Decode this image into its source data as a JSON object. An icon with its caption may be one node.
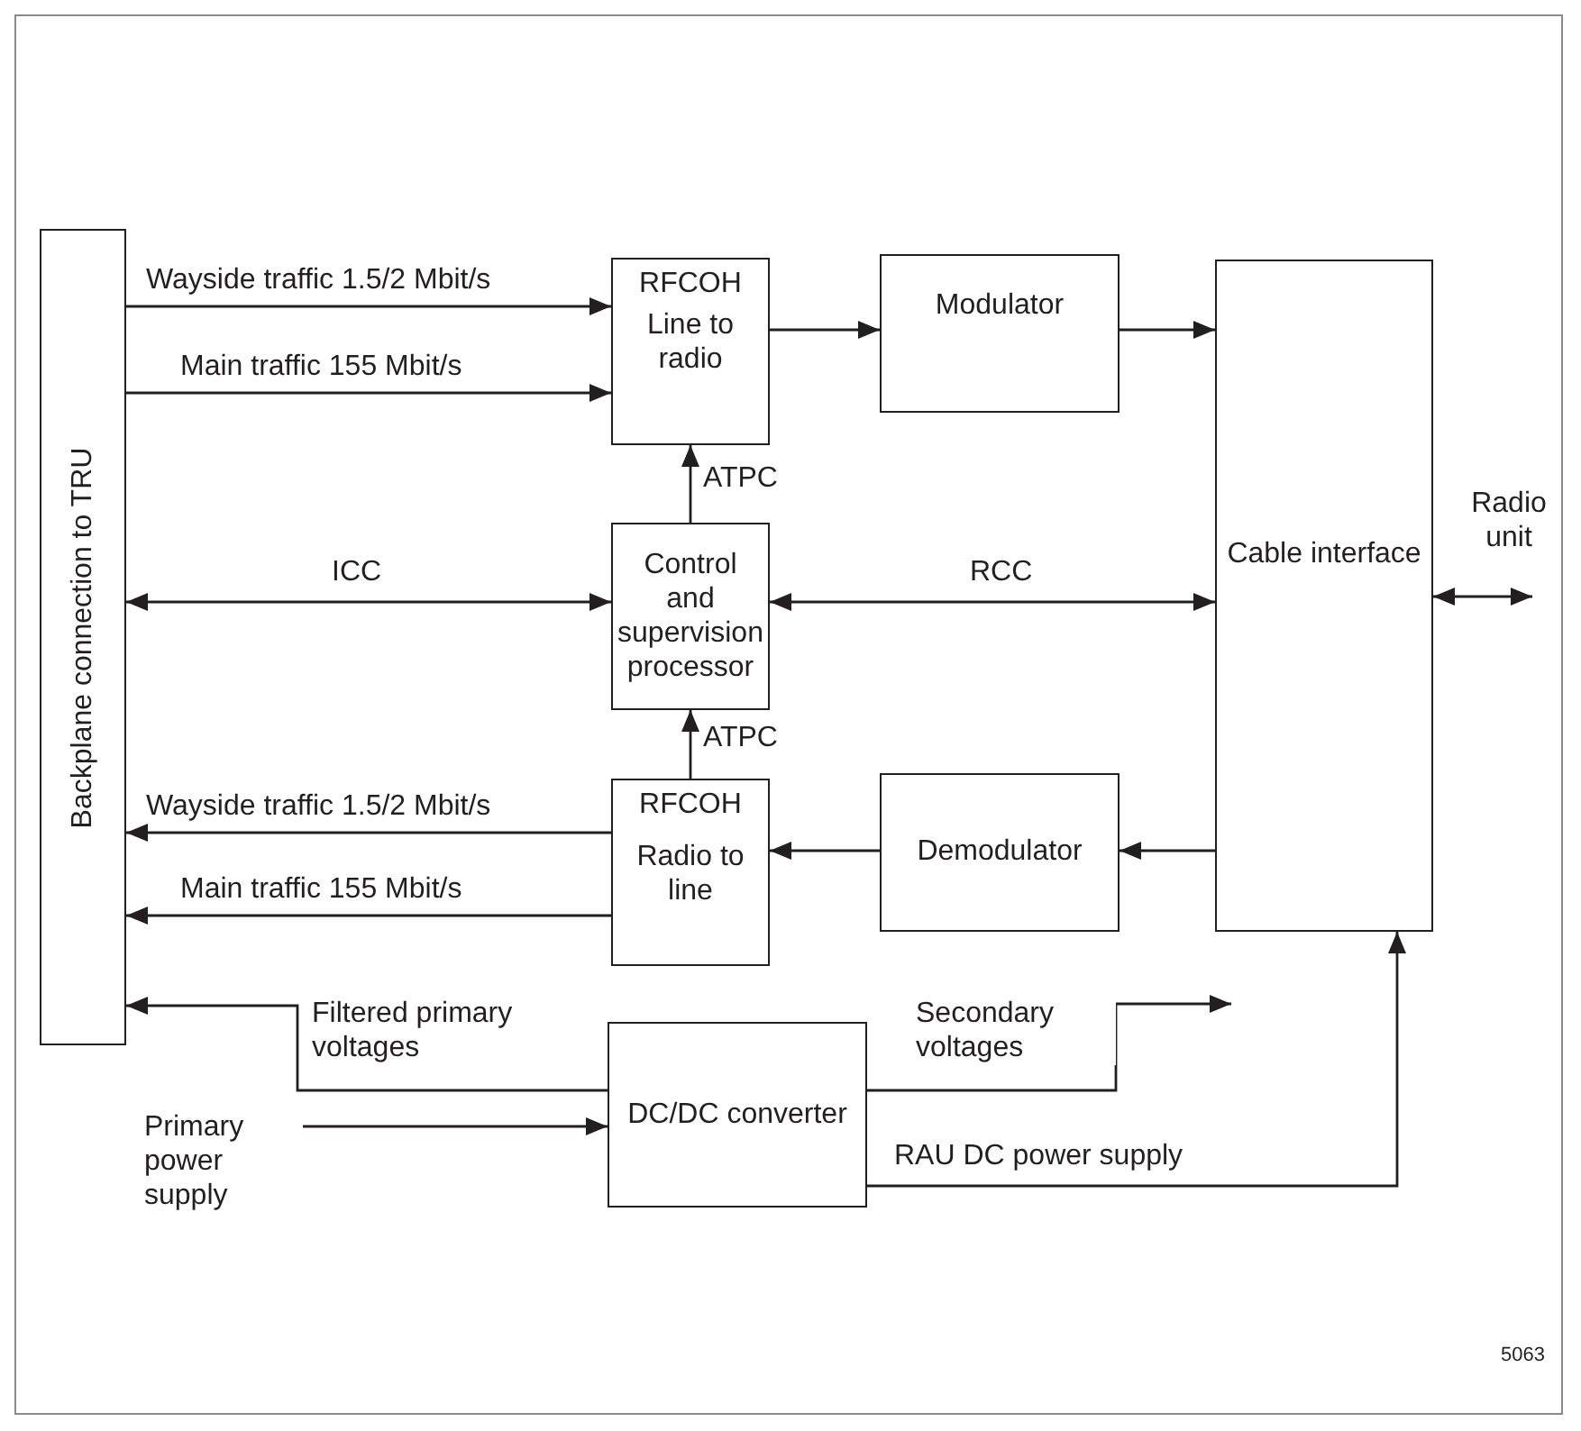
{
  "diagram": {
    "nodes": [
      {
        "text": [
          "Backplane connection to TRU"
        ]
      },
      {
        "text": [
          "RFCOH",
          "Line to radio"
        ]
      },
      {
        "text": [
          "Modulator"
        ]
      },
      {
        "text": [
          "Cable interface"
        ]
      },
      {
        "text": [
          "Control and supervision processor"
        ]
      },
      {
        "text": [
          "RFCOH",
          "Radio to line"
        ]
      },
      {
        "text": [
          "Demodulator"
        ]
      },
      {
        "text": [
          "DC/DC converter"
        ]
      },
      {
        "text": [
          "Primary power supply"
        ]
      }
    ],
    "edges": [
      {
        "from": 0,
        "to": 1,
        "arrow": "to",
        "label": "Wayside traffic 1.5/2 Mbit/s"
      },
      {
        "from": 0,
        "to": 1,
        "arrow": "to",
        "label": "Main traffic 155 Mbit/s"
      },
      {
        "from": 1,
        "to": 2,
        "arrow": "to"
      },
      {
        "from": 2,
        "to": 3,
        "arrow": "to"
      },
      {
        "from": 4,
        "to": 1,
        "arrow": "to",
        "label": "ATPC"
      },
      {
        "from": 0,
        "to": 4,
        "arrow": "both",
        "label": "ICC"
      },
      {
        "from": 4,
        "to": 3,
        "arrow": "both",
        "label": "RCC"
      },
      {
        "from": 3,
        "to": null,
        "arrow": "both",
        "label": "Radio unit"
      },
      {
        "from": 5,
        "to": 4,
        "arrow": "to",
        "label": "ATPC"
      },
      {
        "from": 5,
        "to": 0,
        "arrow": "to",
        "label": "Wayside traffic 1.5/2 Mbit/s"
      },
      {
        "from": 5,
        "to": 0,
        "arrow": "to",
        "label": "Main traffic 155 Mbit/s"
      },
      {
        "from": 6,
        "to": 5,
        "arrow": "to"
      },
      {
        "from": 3,
        "to": 6,
        "arrow": "to"
      },
      {
        "from": 7,
        "to": 0,
        "arrow": "to",
        "label": "Filtered primary voltages"
      },
      {
        "from": 8,
        "to": 7,
        "arrow": "to"
      },
      {
        "from": 7,
        "to": null,
        "arrow": "to",
        "label": "Secondary voltages"
      },
      {
        "from": 7,
        "to": 3,
        "arrow": "to",
        "label": "RAU DC power supply"
      }
    ],
    "labels": [
      "5063"
    ]
  }
}
